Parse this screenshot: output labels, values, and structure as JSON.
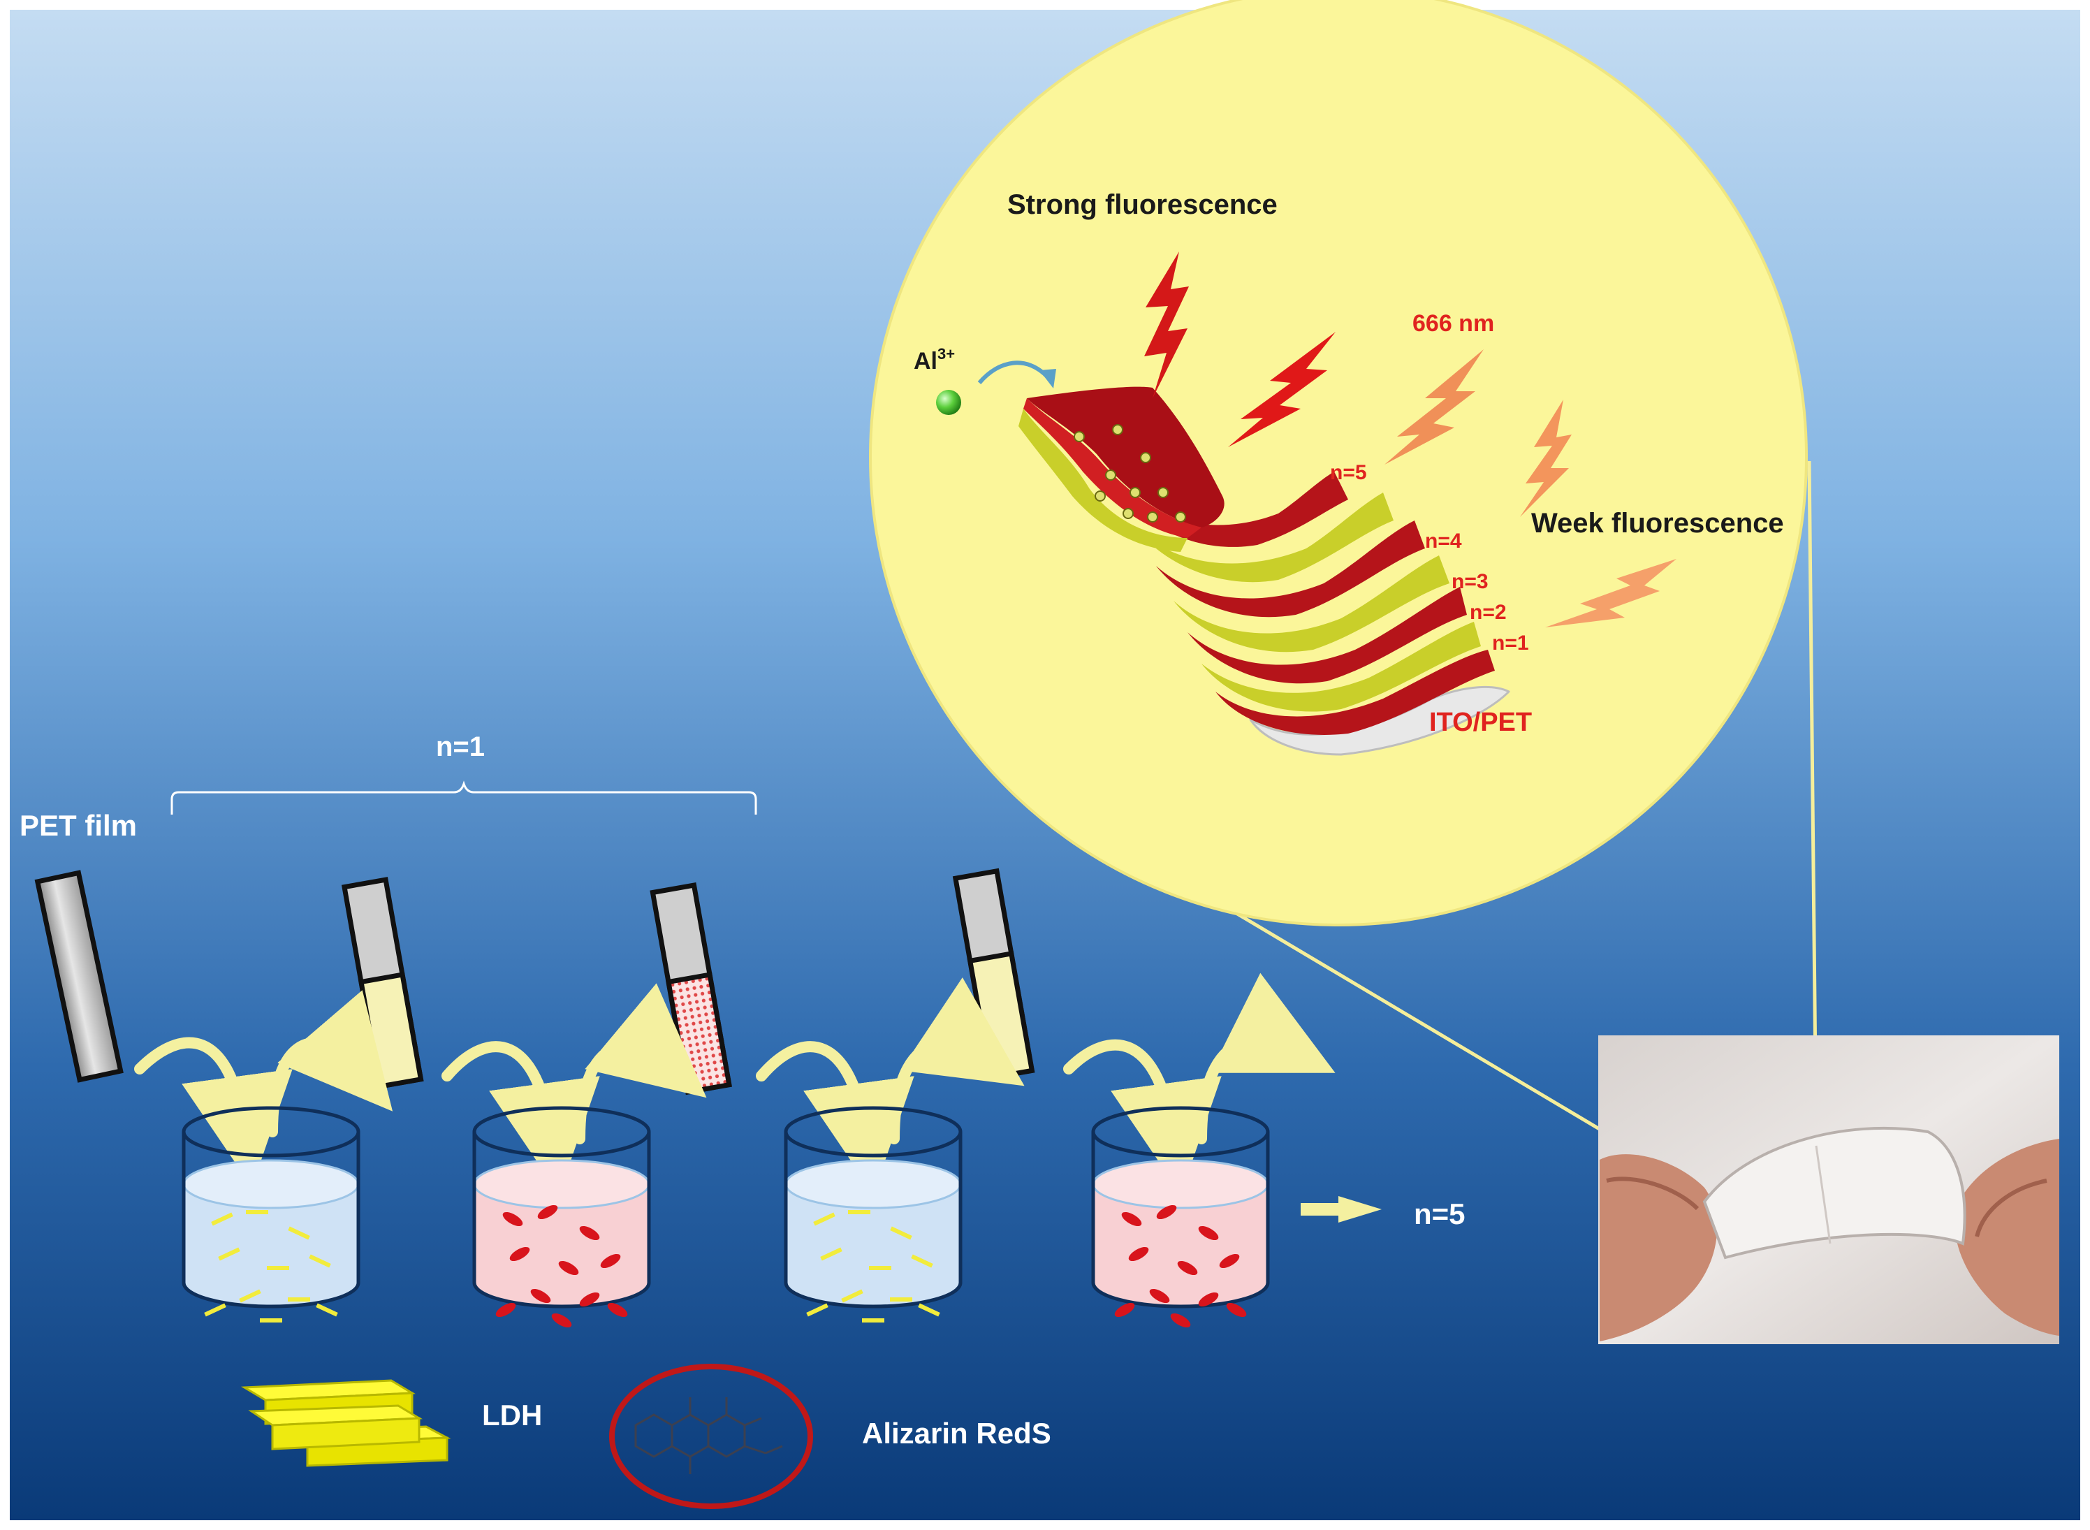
{
  "colors": {
    "background_top": "#c4dcf2",
    "background_bottom": "#0a3a78",
    "zoom_circle": "#fbf69a",
    "layer_red": "#b5141a",
    "layer_yellow": "#c9cf2a",
    "bolt_strong": "#e01818",
    "bolt_weak": "#f39a5a",
    "accent_red_text": "#e0231f",
    "ldh_solution": "#cfe2f5",
    "ars_solution": "#f8d0d3",
    "arrow_fill": "#f4f0a0"
  },
  "zoom": {
    "title_strong": "Strong fluorescence",
    "ion_label_base": "Al",
    "ion_label_sup": "3+",
    "wavelength": "666 nm",
    "title_weak": "Week fluorescence",
    "layer_labels": [
      "n=5",
      "n=4",
      "n=3",
      "n=2",
      "n=1"
    ],
    "substrate": "ITO/PET"
  },
  "process": {
    "cycle_label": "n=1",
    "film_label": "PET film",
    "repeat_label": "n=5",
    "beakers": [
      {
        "solution": "LDH"
      },
      {
        "solution": "Alizarin RedS"
      },
      {
        "solution": "LDH"
      },
      {
        "solution": "Alizarin RedS"
      }
    ]
  },
  "legend": {
    "ldh": "LDH",
    "ars": "Alizarin RedS"
  },
  "photo": {
    "description_icon": "hand-holding-flexible-film"
  }
}
